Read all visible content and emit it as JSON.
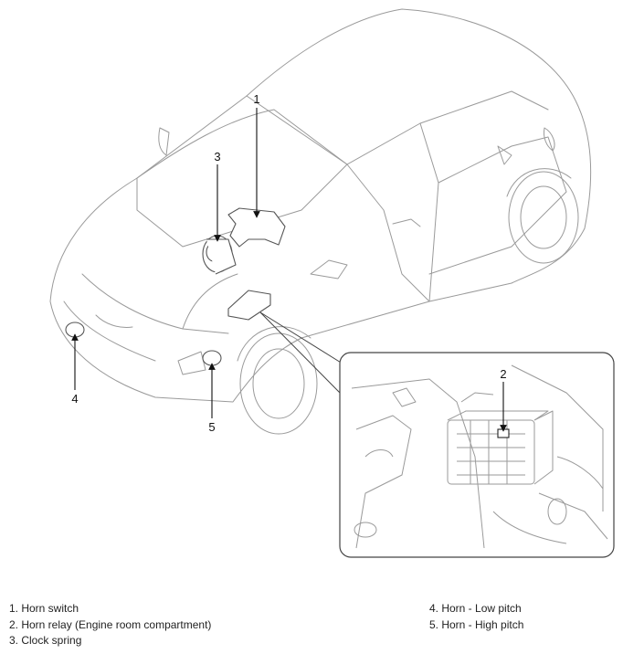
{
  "callouts": {
    "c1": "1",
    "c2": "2",
    "c3": "3",
    "c4": "4",
    "c5": "5"
  },
  "legend": {
    "left": [
      "1. Horn switch",
      "2. Horn relay (Engine room compartment)",
      "3. Clock spring"
    ],
    "right": [
      "4. Horn - Low pitch",
      "5. Horn - High pitch"
    ]
  }
}
